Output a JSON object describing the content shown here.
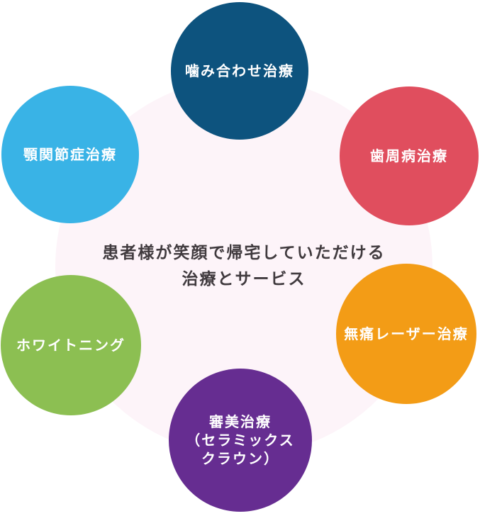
{
  "diagram": {
    "background_color": "#ffffff",
    "center": {
      "line1": "患者様が笑顔で帰宅していただける",
      "line2": "治療とサービス",
      "circle_color": "#fdf4f9",
      "text_color": "#403a3e"
    },
    "label_text_color": "#ffffff",
    "nodes": [
      {
        "position": "top",
        "label": "噛み合わせ治療",
        "color": "#0d537e"
      },
      {
        "position": "top-right",
        "label": "歯周病治療",
        "color": "#e04e5e"
      },
      {
        "position": "bottom-right",
        "label": "無痛レーザー治療",
        "color": "#f39c16"
      },
      {
        "position": "bottom",
        "label": "審美治療\n（セラミックス\nクラウン）",
        "color": "#662d91"
      },
      {
        "position": "bottom-left",
        "label": "ホワイトニング",
        "color": "#8cbf52"
      },
      {
        "position": "top-left",
        "label": "顎関節症治療",
        "color": "#39b3e6"
      }
    ]
  }
}
